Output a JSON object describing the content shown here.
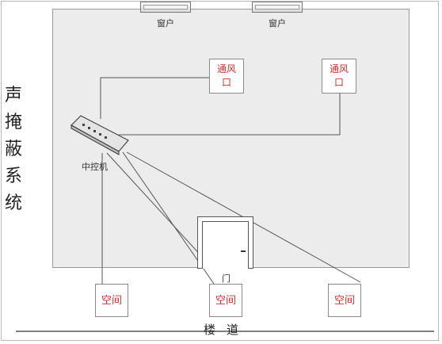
{
  "title": "声掩蔽系统",
  "windows": [
    {
      "label": "窗户"
    },
    {
      "label": "窗户"
    }
  ],
  "vents": [
    {
      "label_line1": "通风",
      "label_line2": "口"
    },
    {
      "label_line1": "通风",
      "label_line2": "口"
    }
  ],
  "controller": {
    "label": "中控机"
  },
  "door": {
    "label": "门"
  },
  "spaces": [
    {
      "label": "空间"
    },
    {
      "label": "空间"
    },
    {
      "label": "空间"
    }
  ],
  "corridor": {
    "label": "楼道"
  },
  "colors": {
    "label_red": "#d0312d",
    "room_fill": "#ececec",
    "line": "#555555"
  }
}
